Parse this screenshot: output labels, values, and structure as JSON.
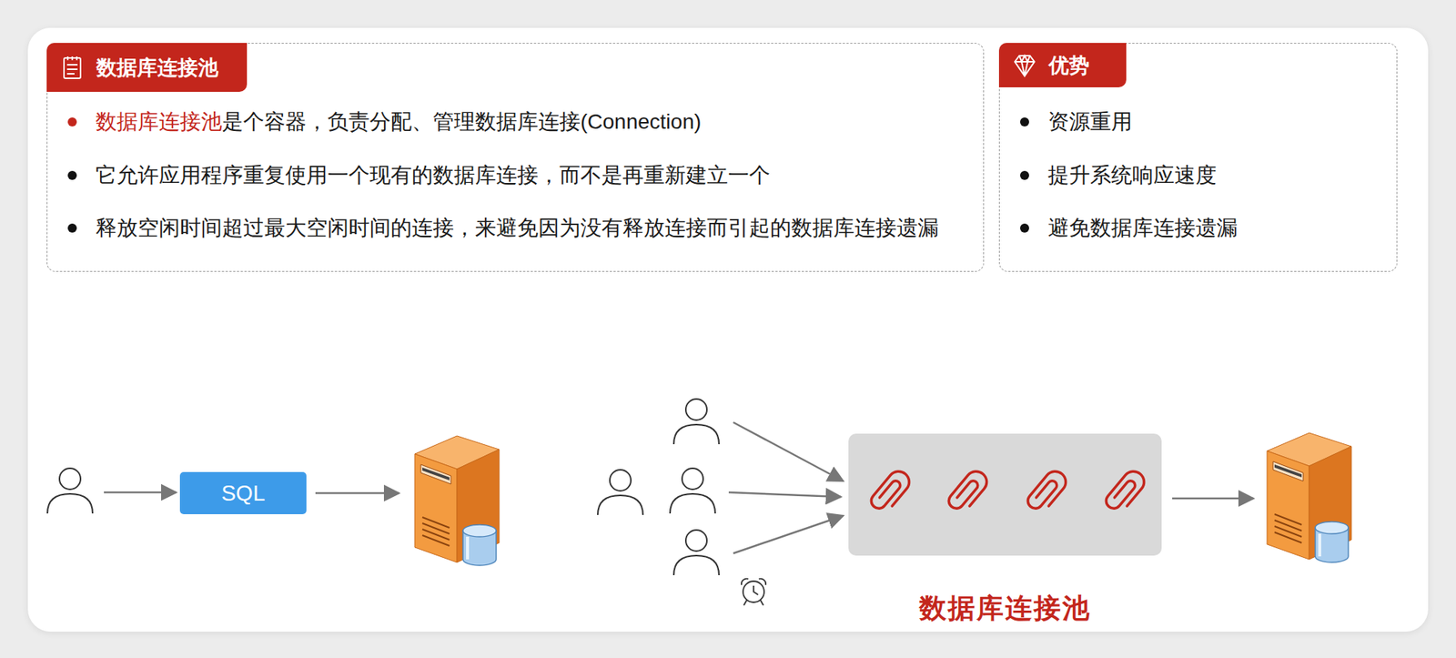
{
  "diagram": {
    "nodes": [
      {
        "text": [
          "数据库连接池",
          "数据库连接池",
          "是个容器，负责分配、管理数据库连接(Connection)",
          "它允许应用程序重复使用一个现有的数据库连接，而不是再重新建立一个",
          "释放空闲时间超过最大空闲时间的连接，来避免因为没有释放连接而引起的数据库连接遗漏"
        ]
      },
      {
        "text": [
          "优势",
          "资源重用",
          "提升系统响应速度",
          "避免数据库连接遗漏"
        ]
      },
      {
        "text": [
          "SQL"
        ]
      },
      {
        "text": [
          "数据库连接池"
        ]
      }
    ]
  }
}
